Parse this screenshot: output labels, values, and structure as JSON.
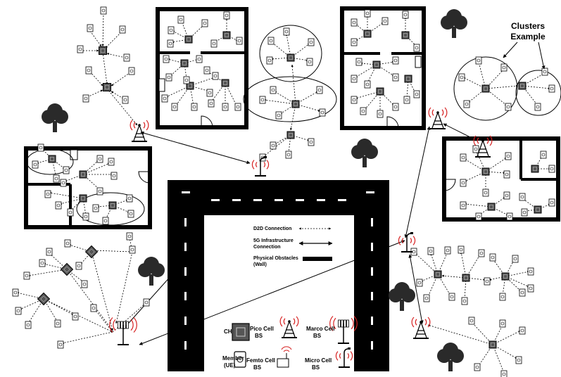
{
  "labels": {
    "clusters_line1": "Clusters",
    "clusters_line2": "Example"
  },
  "legend": {
    "d2d": "D2D Connection",
    "infra_line1": "5G Infrastructure",
    "infra_line2": "Connection",
    "wall_line1": "Physical Obstacles",
    "wall_line2": "(Wall)",
    "ch": "CH",
    "member_line1": "Member",
    "member_line2": "(UE)",
    "pico_line1": "Pico Cell",
    "pico_line2": "BS",
    "marco_line1": "Marco Cell",
    "marco_line2": "BS",
    "femto_line1": "Femto Cell",
    "femto_line2": "BS",
    "micro_line1": "Micro Cell",
    "micro_line2": "BS"
  },
  "colors": {
    "wall": "#000000",
    "line": "#000000",
    "signal": "#d62020",
    "ch_fill": "#555555",
    "tree": "#2a2a2a"
  },
  "icons": [
    "tree-icon",
    "cluster-head-icon",
    "member-ue-icon",
    "pico-cell-bs-icon",
    "macro-cell-bs-icon",
    "femto-cell-bs-icon",
    "micro-cell-bs-icon",
    "wall"
  ]
}
